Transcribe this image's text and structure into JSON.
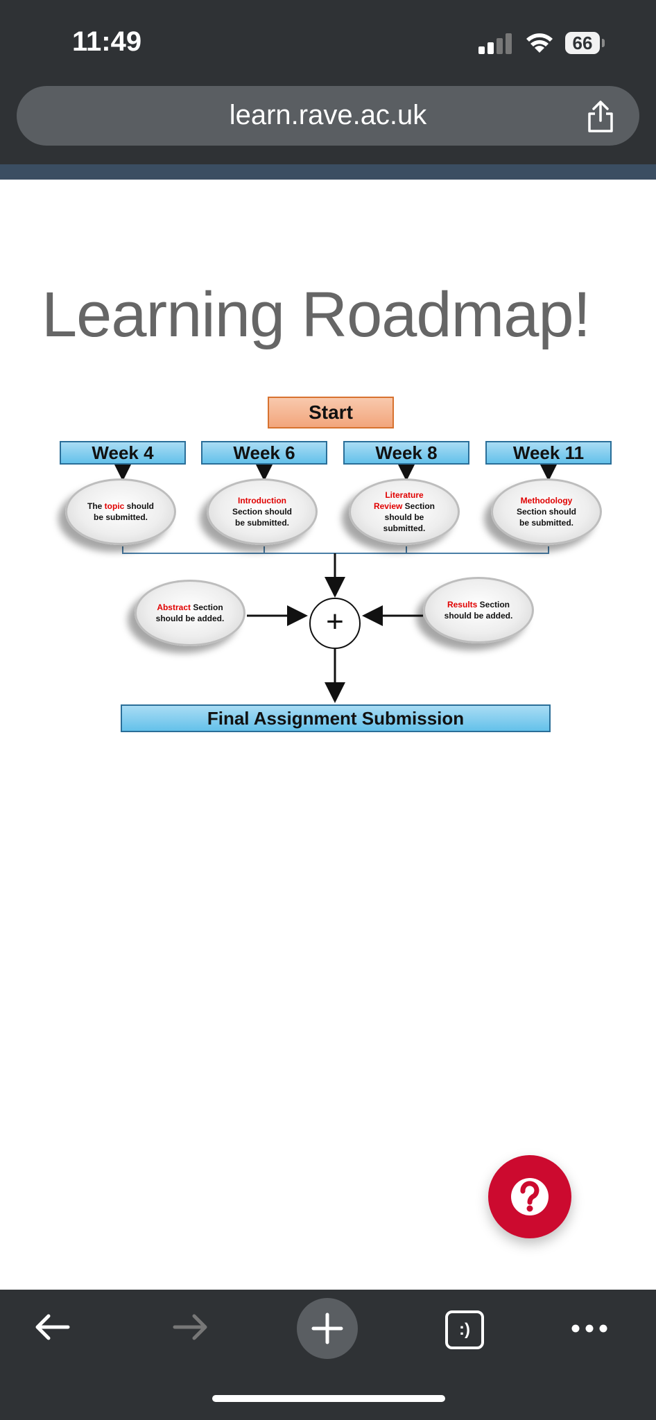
{
  "status_bar": {
    "time": "11:49",
    "battery": "66"
  },
  "url_bar": {
    "url": "learn.rave.ac.uk"
  },
  "page": {
    "title": "Learning Roadmap!"
  },
  "roadmap": {
    "start": "Start",
    "weeks": [
      {
        "label": "Week 4",
        "red": "topic",
        "before": "The ",
        "after": " should be submitted."
      },
      {
        "label": "Week 6",
        "red": "Introduction",
        "before": "",
        "after": " Section should be submitted."
      },
      {
        "label": "Week 8",
        "red": "Literature Review",
        "before": "",
        "after": " Section should be submitted."
      },
      {
        "label": "Week 11",
        "red": "Methodology",
        "before": "",
        "after": " Section should be submitted."
      }
    ],
    "abstract": {
      "red": "Abstract",
      "after": " Section should be added."
    },
    "results": {
      "red": "Results",
      "after": " Section should be added."
    },
    "plus": "+",
    "final": "Final Assignment Submission"
  },
  "help_button": {
    "icon": "question-icon"
  },
  "toolbar": {
    "icons": [
      "back-arrow-icon",
      "forward-arrow-icon",
      "new-tab-plus-icon",
      "tabs-icon",
      "more-icon"
    ],
    "tabs_glyph": ":)"
  },
  "colors": {
    "chrome": "#2f3235",
    "help": "#cc0a2f",
    "week_box": "#64c1ea",
    "start_box": "#f2a57c",
    "red_text": "#e00000"
  }
}
